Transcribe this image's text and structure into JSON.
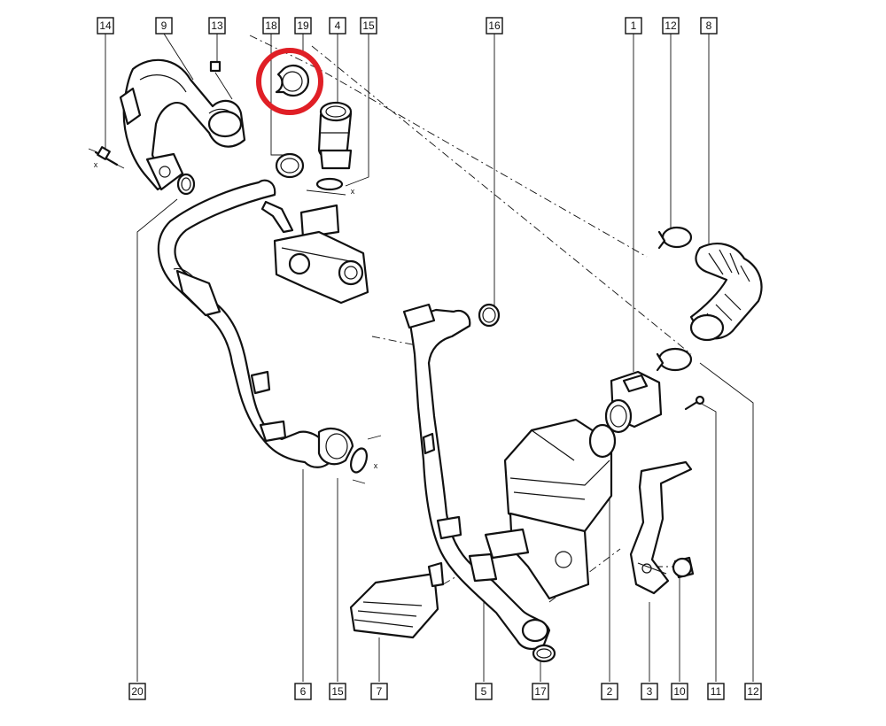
{
  "callouts": {
    "c14": "14",
    "c9": "9",
    "c13": "13",
    "c18": "18",
    "c19": "19",
    "c4": "4",
    "c15a": "15",
    "c16": "16",
    "c1": "1",
    "c12a": "12",
    "c8": "8",
    "c20": "20",
    "c6": "6",
    "c15b": "15",
    "c7": "7",
    "c5": "5",
    "c17": "17",
    "c2": "2",
    "c3": "3",
    "c10": "10",
    "c11": "11",
    "c12b": "12"
  },
  "markers": {
    "x": "x"
  },
  "highlight": {
    "color": "#e01f26",
    "target": "19"
  },
  "colors": {
    "line": "#111111",
    "background": "#ffffff"
  }
}
